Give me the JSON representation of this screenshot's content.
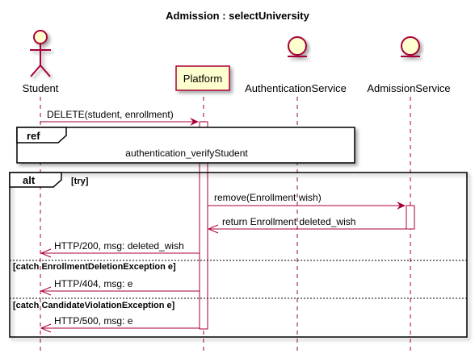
{
  "diagram": {
    "title": "Admission : selectUniversity",
    "participants": {
      "student": "Student",
      "platform": "Platform",
      "auth": "AuthenticationService",
      "admission": "AdmissionService"
    },
    "messages": {
      "delete": "DELETE(student, enrollment)",
      "remove": "remove(Enrollment wish)",
      "return": "return Enrollment deleted_wish",
      "http200": "HTTP/200, msg: deleted_wish",
      "http404": "HTTP/404, msg: e",
      "http500": "HTTP/500, msg: e"
    },
    "ref": {
      "tag": "ref",
      "text": "authentication_verifyStudent"
    },
    "alt": {
      "tag": "alt",
      "guard_try": "[try]",
      "guard_catch1": "[catch EnrollmentDeletionException e]",
      "guard_catch2": "[catch CandidateViolationException e]"
    },
    "colors": {
      "lifeline_box": "#FEFECE",
      "stroke": "#A80036",
      "text": "#000000"
    }
  }
}
